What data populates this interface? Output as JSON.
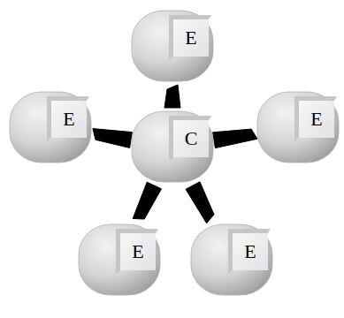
{
  "diagram": {
    "nodes": [
      {
        "text": [
          "E"
        ]
      },
      {
        "text": [
          "E"
        ]
      },
      {
        "text": [
          "E"
        ]
      },
      {
        "text": [
          "C"
        ]
      },
      {
        "text": [
          "E"
        ]
      },
      {
        "text": [
          "E"
        ]
      }
    ],
    "edges": [
      {
        "from": 3,
        "to": 0,
        "arrow": "none"
      },
      {
        "from": 3,
        "to": 1,
        "arrow": "none"
      },
      {
        "from": 3,
        "to": 2,
        "arrow": "none"
      },
      {
        "from": 3,
        "to": 4,
        "arrow": "none"
      },
      {
        "from": 3,
        "to": 5,
        "arrow": "none"
      }
    ]
  }
}
